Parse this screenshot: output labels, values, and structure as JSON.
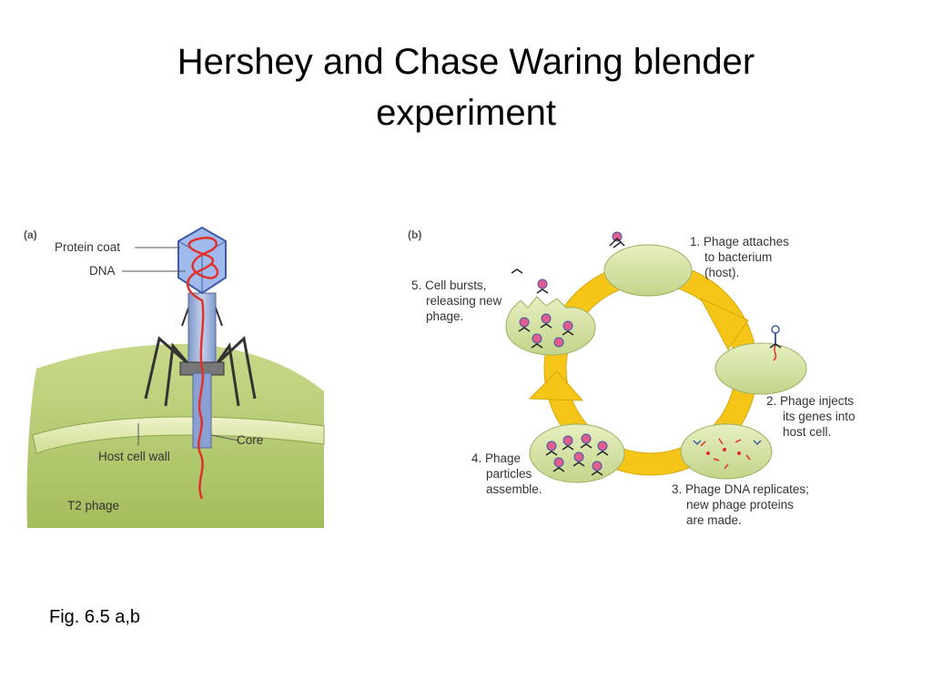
{
  "slide": {
    "title_line1": "Hershey and Chase Waring blender",
    "title_line2": "experiment",
    "caption": "Fig. 6.5 a,b"
  },
  "panel_a": {
    "tag": "(a)",
    "labels": {
      "protein_coat": "Protein coat",
      "dna": "DNA",
      "core": "Core",
      "host_cell_wall": "Host cell wall",
      "t2_phage": "T2 phage"
    }
  },
  "panel_b": {
    "tag": "(b)",
    "steps": [
      {
        "lines": [
          "1. Phage attaches",
          "to bacterium",
          "(host)."
        ]
      },
      {
        "lines": [
          "2. Phage injects",
          "its genes into",
          "host cell."
        ]
      },
      {
        "lines": [
          "3. Phage DNA replicates;",
          "new phage proteins",
          "are made."
        ]
      },
      {
        "lines": [
          "4. Phage",
          "particles",
          "assemble."
        ]
      },
      {
        "lines": [
          "5. Cell bursts,",
          "releasing new",
          "phage."
        ]
      }
    ]
  },
  "colors": {
    "cell_green": "#d7e4a8",
    "cycle_arrow": "#f5c518",
    "dna_red": "#e0312b",
    "protein_blue": "#6c8fd6"
  }
}
